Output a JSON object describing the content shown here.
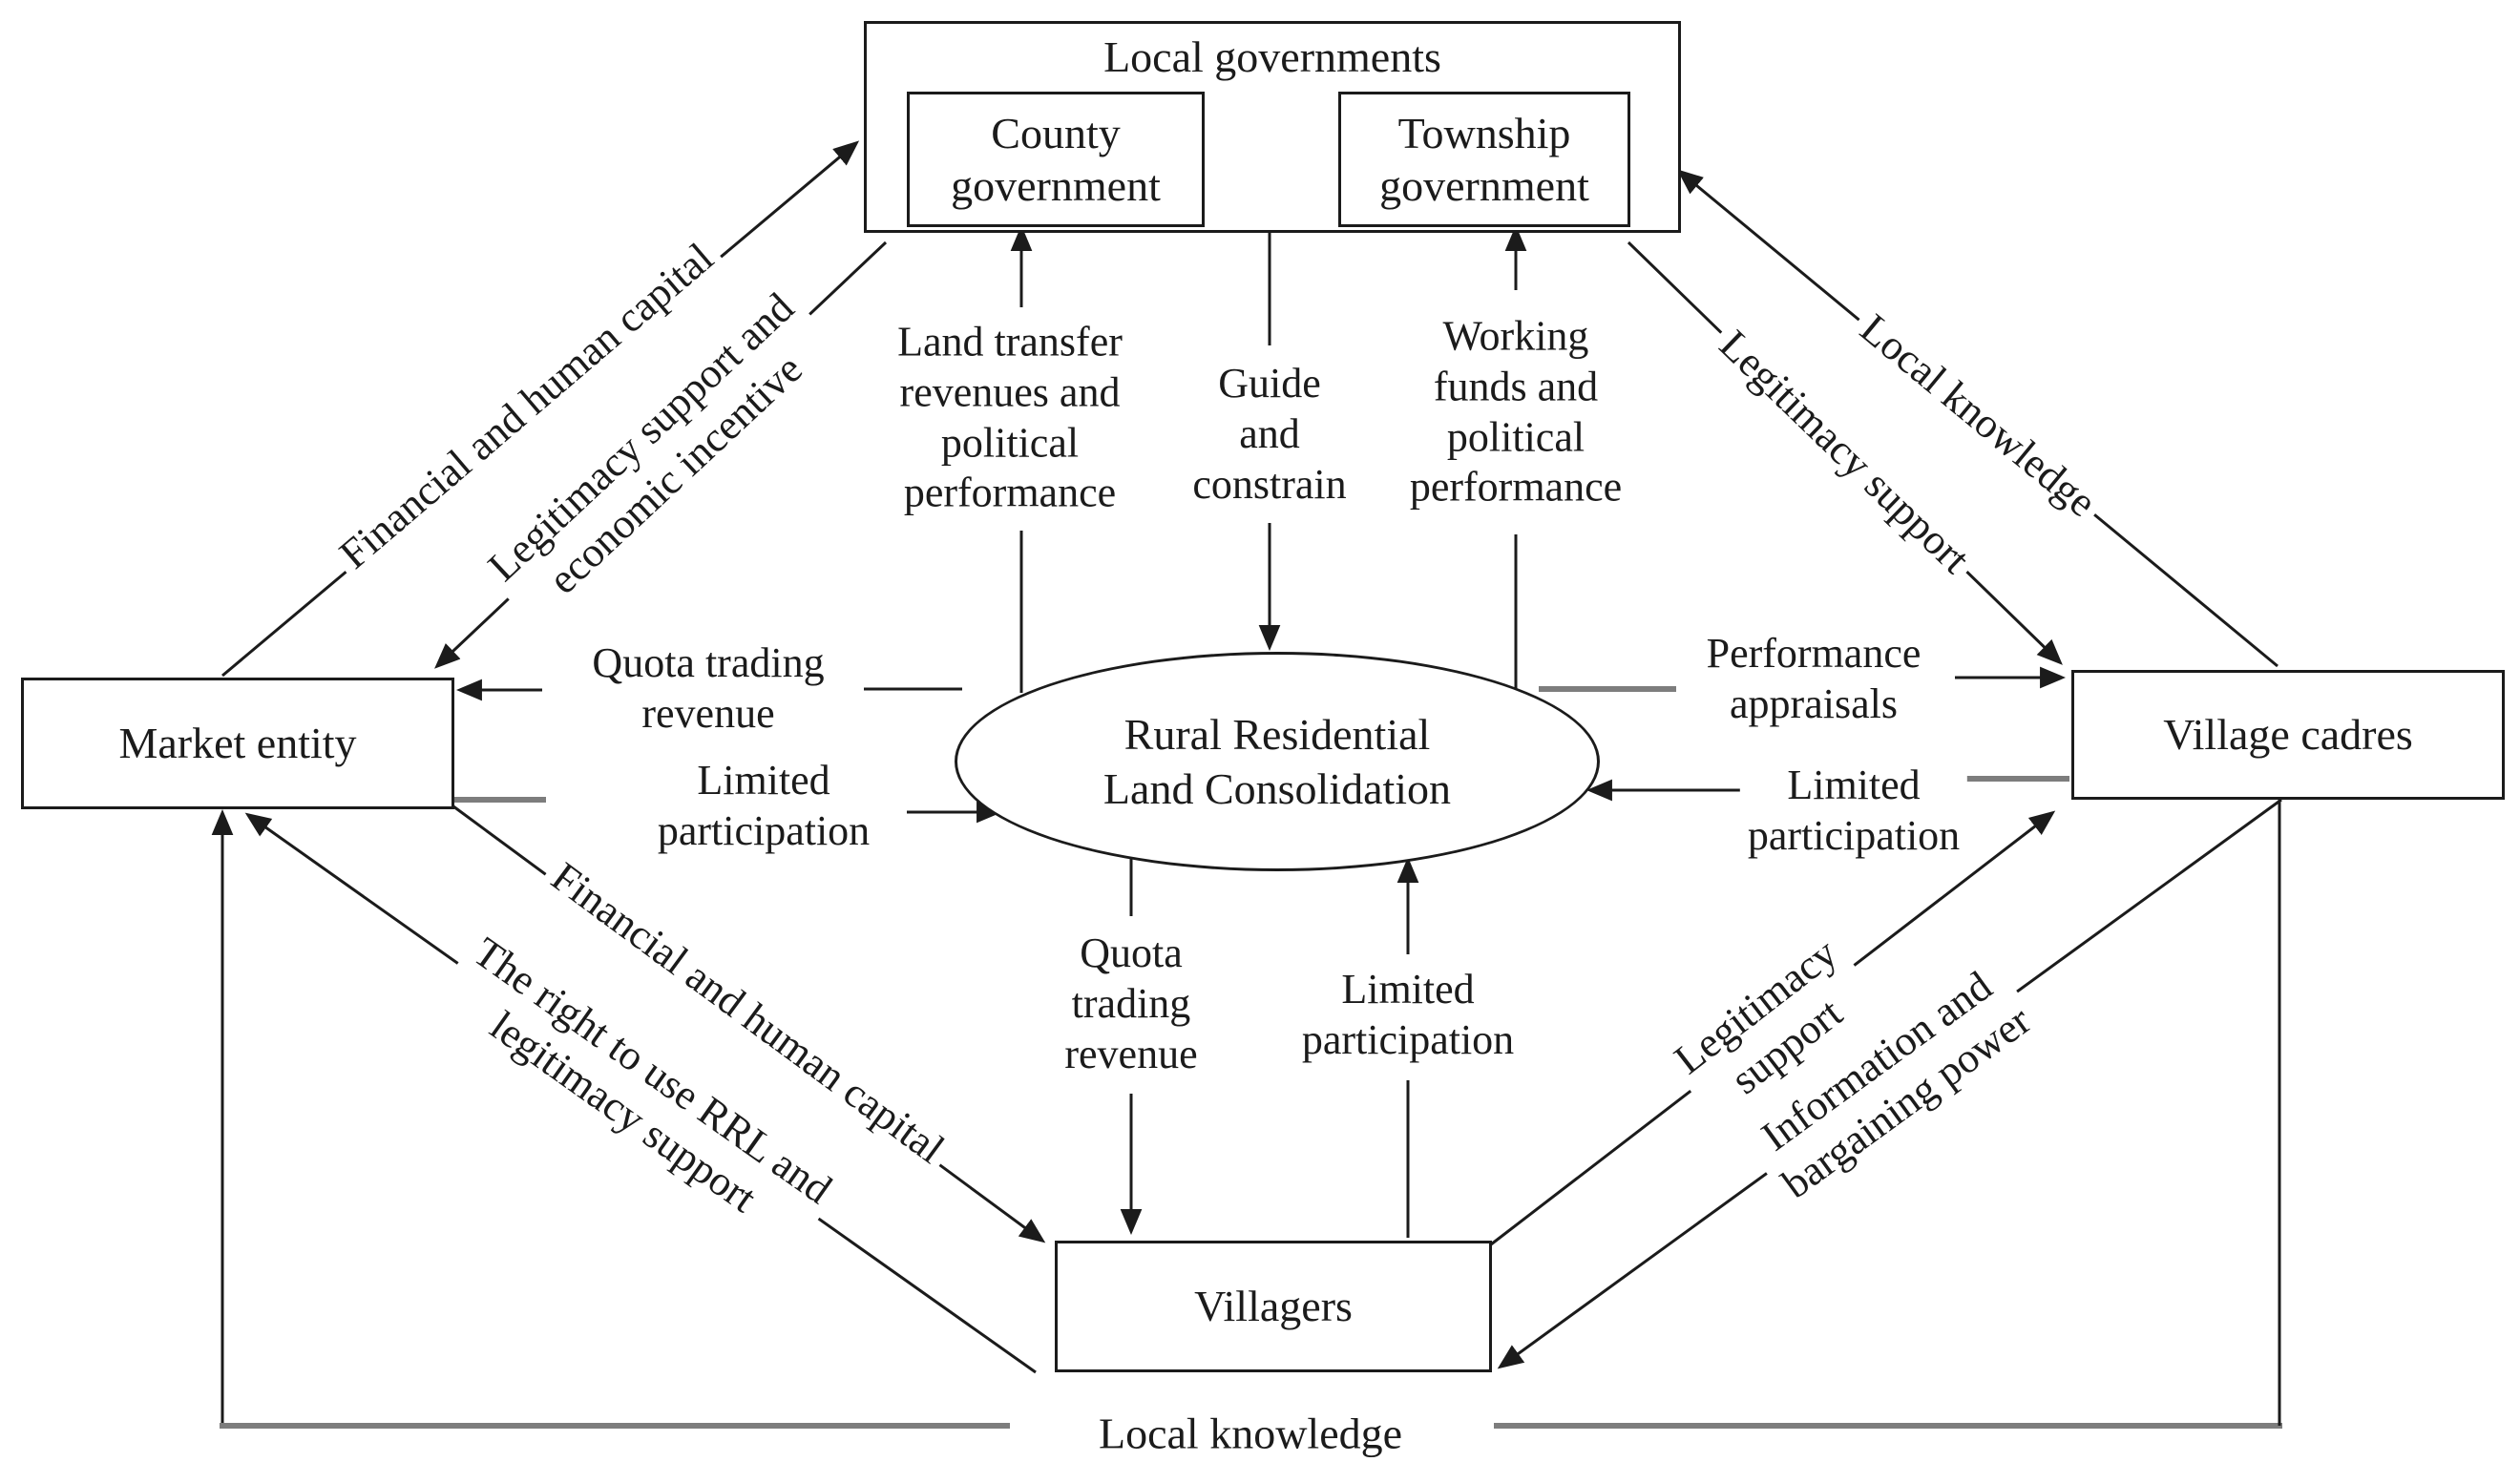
{
  "nodes": {
    "local_governments": "Local governments",
    "county_government": "County\ngovernment",
    "township_government": "Township\ngovernment",
    "market_entity": "Market entity",
    "village_cadres": "Village cadres",
    "villagers": "Villagers",
    "rural_residential_land_consolidation": "Rural Residential\nLand Consolidation"
  },
  "edges": {
    "financial_human_capital_top": "Financial and human capital",
    "legitimacy_support_economic_incentive": "Legitimacy support and\neconomic incentive",
    "land_transfer_revenues": "Land transfer\nrevenues and\npolitical\nperformance",
    "guide_and_constrain": "Guide\nand\nconstrain",
    "working_funds": "Working\nfunds and\npolitical\nperformance",
    "local_knowledge_top": "Local knowledge",
    "legitimacy_support_right": "Legitimacy support",
    "quota_trading_revenue_left": "Quota trading\nrevenue",
    "limited_participation_left": "Limited\nparticipation",
    "performance_appraisals": "Performance\nappraisals",
    "limited_participation_right": "Limited\nparticipation",
    "quota_trading_revenue_bottom": "Quota\ntrading\nrevenue",
    "limited_participation_bottom": "Limited\nparticipation",
    "financial_human_capital_bottom": "Financial and human capital",
    "right_to_use_rrl": "The right to use RRL and\nlegitimacy support",
    "legitimacy_support_bottom": "Legitimacy\nsupport",
    "information_bargaining": "Information and\nbargaining power",
    "local_knowledge_bottom": "Local knowledge"
  },
  "colors": {
    "ink": "#1b1b1b",
    "background": "#ffffff",
    "muted_line": "#7d7d7d"
  }
}
